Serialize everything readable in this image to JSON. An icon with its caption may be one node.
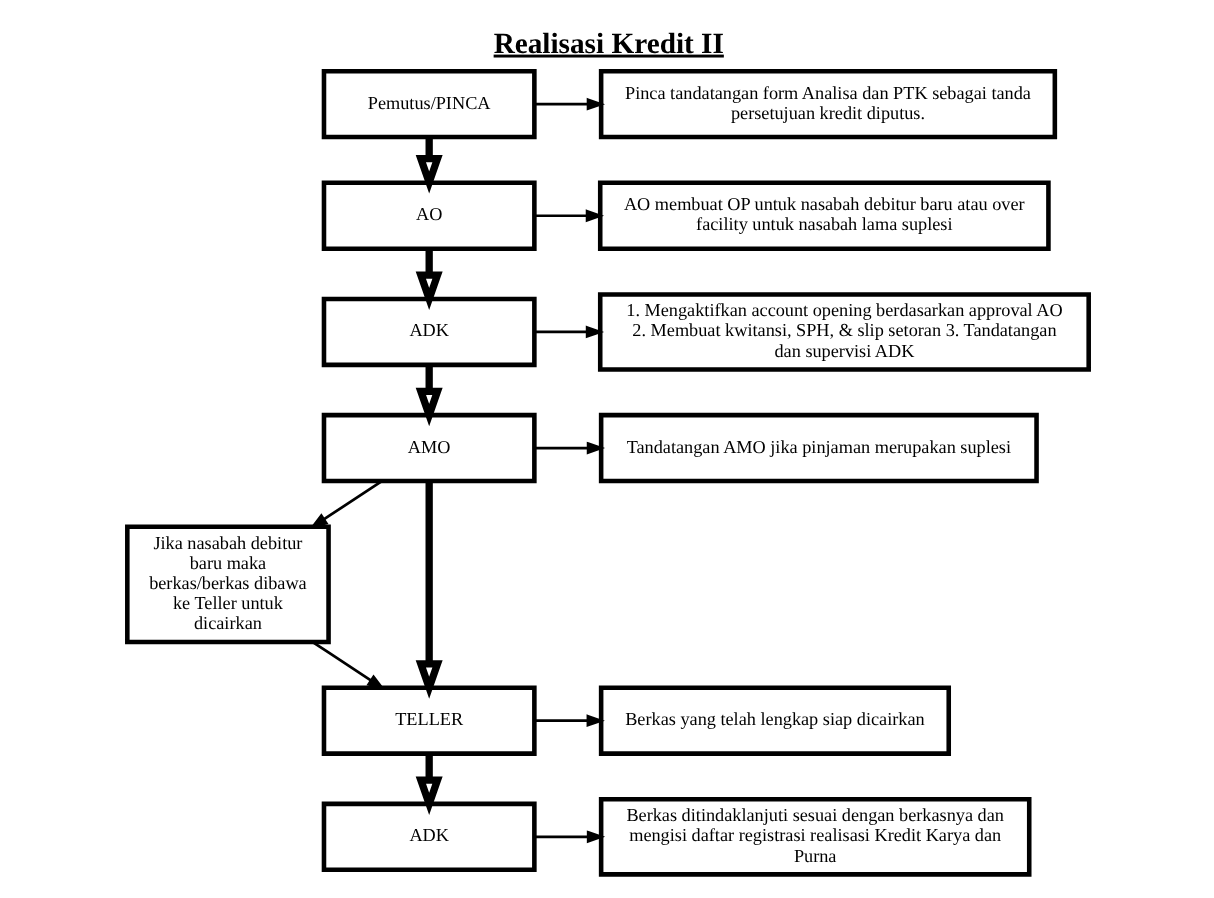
{
  "diagram": {
    "title": "Realisasi Kredit II",
    "nodes": [
      {
        "text": [
          "Pemutus/PINCA"
        ]
      },
      {
        "text": [
          "Pinca tandatangan form Analisa dan PTK sebagai tanda persetujuan kredit diputus."
        ]
      },
      {
        "text": [
          "AO"
        ]
      },
      {
        "text": [
          "AO membuat OP untuk nasabah debitur baru atau over facility untuk nasabah lama suplesi"
        ]
      },
      {
        "text": [
          "ADK"
        ]
      },
      {
        "text": [
          "1. Mengaktifkan account opening berdasarkan approval AO 2. Membuat kwitansi, SPH, & slip setoran 3. Tandatangan dan supervisi ADK"
        ]
      },
      {
        "text": [
          "AMO"
        ]
      },
      {
        "text": [
          "Tandatangan AMO jika pinjaman merupakan suplesi"
        ]
      },
      {
        "text": [
          "Jika nasabah debitur baru maka berkas/berkas dibawa ke Teller untuk dicairkan"
        ]
      },
      {
        "text": [
          "TELLER"
        ]
      },
      {
        "text": [
          "Berkas yang telah lengkap siap dicairkan"
        ]
      },
      {
        "text": [
          "ADK"
        ]
      },
      {
        "text": [
          "Berkas ditindaklanjuti sesuai dengan berkasnya dan mengisi daftar registrasi realisasi Kredit Karya dan Purna"
        ]
      }
    ],
    "edges": [
      {
        "from": 0,
        "to": 1,
        "arrow": "to"
      },
      {
        "from": 0,
        "to": 2,
        "arrow": "to",
        "style": "thick"
      },
      {
        "from": 2,
        "to": 3,
        "arrow": "to"
      },
      {
        "from": 2,
        "to": 4,
        "arrow": "to",
        "style": "thick"
      },
      {
        "from": 4,
        "to": 5,
        "arrow": "to"
      },
      {
        "from": 4,
        "to": 6,
        "arrow": "to",
        "style": "thick"
      },
      {
        "from": 6,
        "to": 7,
        "arrow": "to"
      },
      {
        "from": 6,
        "to": 8,
        "arrow": "to"
      },
      {
        "from": 6,
        "to": 9,
        "arrow": "to",
        "style": "thick"
      },
      {
        "from": 8,
        "to": 9,
        "arrow": "to"
      },
      {
        "from": 9,
        "to": 10,
        "arrow": "to"
      },
      {
        "from": 9,
        "to": 11,
        "arrow": "to",
        "style": "thick"
      },
      {
        "from": 11,
        "to": 12,
        "arrow": "to"
      }
    ]
  }
}
